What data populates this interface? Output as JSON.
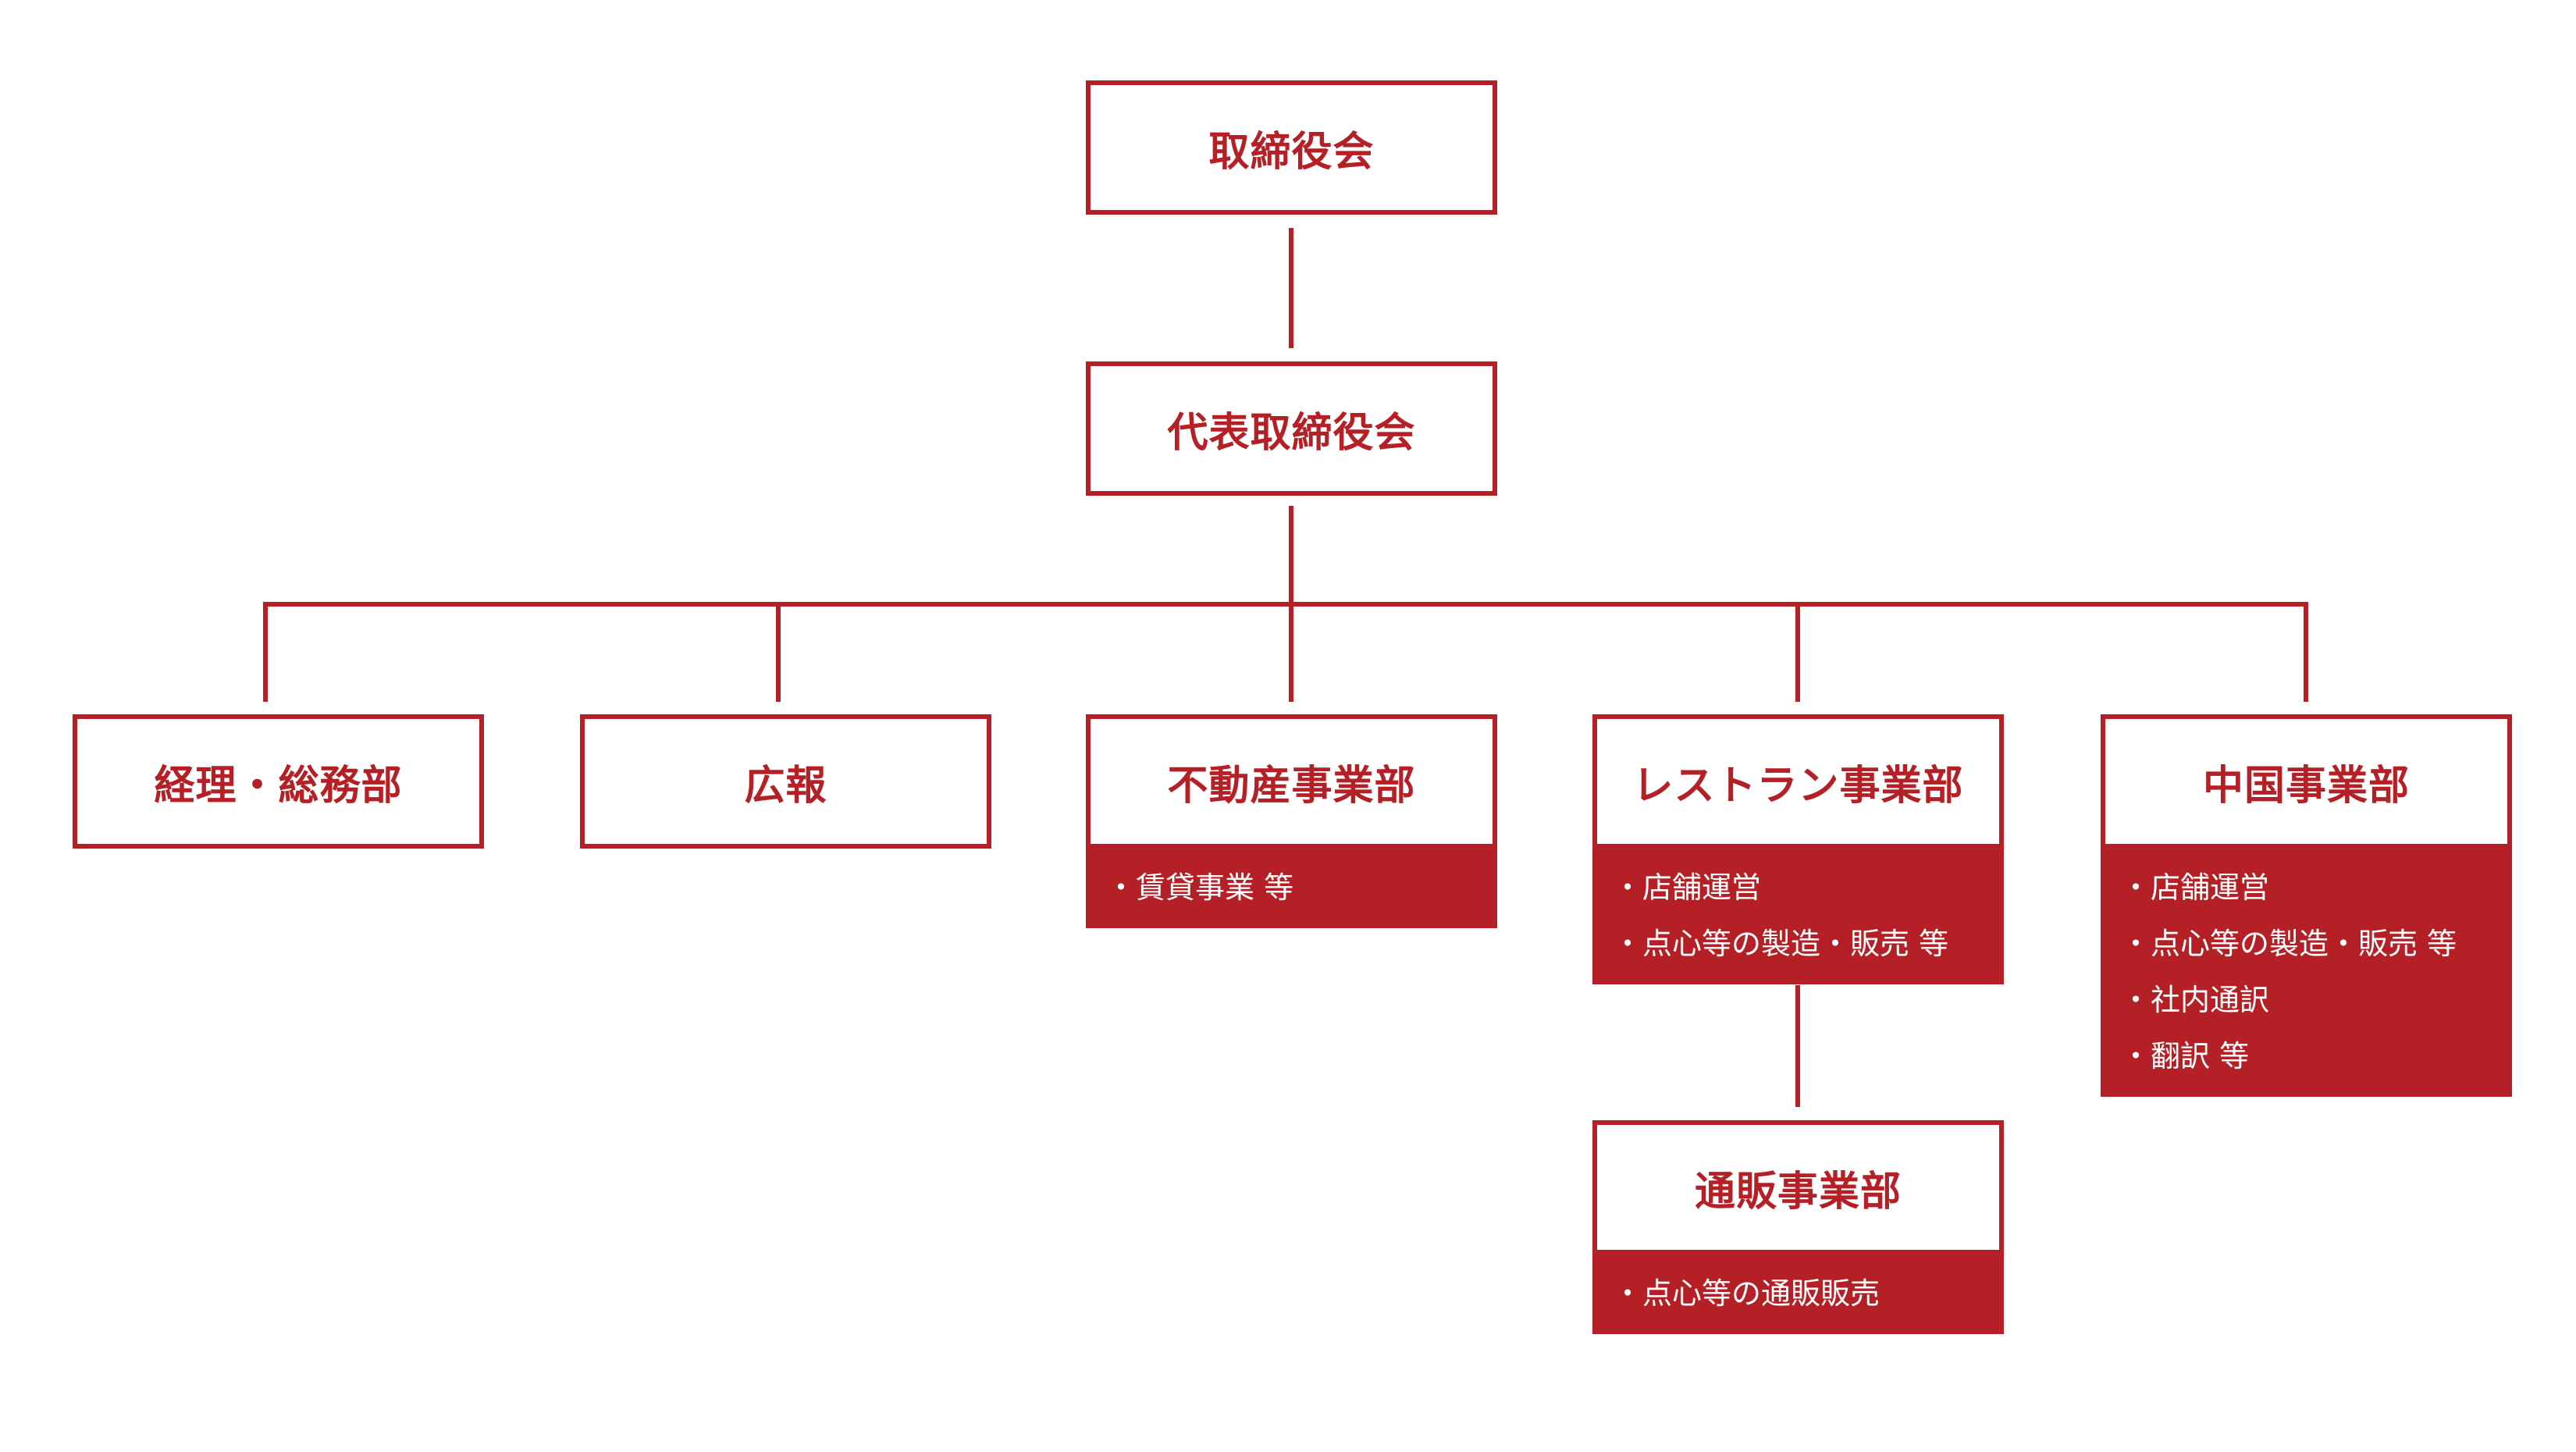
{
  "colors": {
    "accent": "#b42025",
    "background": "#ffffff",
    "item_text": "#ffffff"
  },
  "nodes": {
    "board": {
      "title": "取締役会"
    },
    "representative": {
      "title": "代表取締役会"
    },
    "accounting": {
      "title": "経理・総務部"
    },
    "pr": {
      "title": "広報"
    },
    "real_estate": {
      "title": "不動産事業部",
      "items": [
        "賃貸事業 等"
      ]
    },
    "restaurant": {
      "title": "レストラン事業部",
      "items": [
        "店舗運営",
        "点心等の製造・販売 等"
      ]
    },
    "china": {
      "title": "中国事業部",
      "items": [
        "店舗運営",
        "点心等の製造・販売 等",
        "社内通訳",
        "翻訳 等"
      ]
    },
    "mail_order": {
      "title": "通販事業部",
      "items": [
        "点心等の通販販売"
      ]
    }
  }
}
